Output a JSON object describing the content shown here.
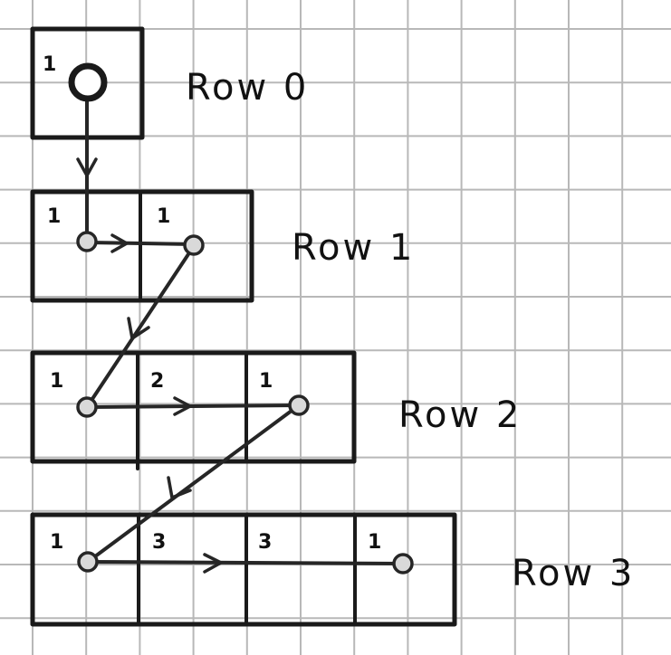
{
  "rows": [
    {
      "label": "Row 0",
      "values": [
        "1"
      ]
    },
    {
      "label": "Row 1",
      "values": [
        "1",
        "1"
      ]
    },
    {
      "label": "Row 2",
      "values": [
        "1",
        "2",
        "1"
      ]
    },
    {
      "label": "Row 3",
      "values": [
        "1",
        "3",
        "3",
        "1"
      ]
    }
  ],
  "colors": {
    "ink": "#1a1a1a",
    "grid": "#b8b8b8",
    "paper": "#ffffff"
  }
}
